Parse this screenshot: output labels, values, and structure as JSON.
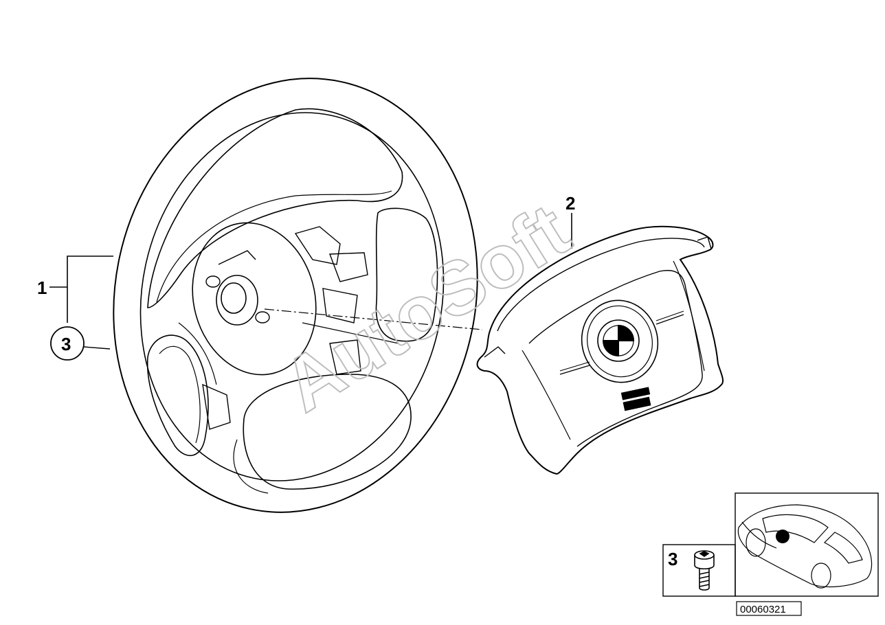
{
  "callouts": {
    "item1": "1",
    "item2": "2",
    "item3": "3",
    "inset_item3": "3"
  },
  "watermark": "AutoSoft",
  "reference_number": "00060321",
  "icons": [
    "steering-wheel",
    "airbag-module",
    "bmw-roundel",
    "torx-bolt",
    "car-locator"
  ],
  "colors": {
    "line": "#000000",
    "background": "#ffffff",
    "watermark": "#cfcfcf"
  }
}
